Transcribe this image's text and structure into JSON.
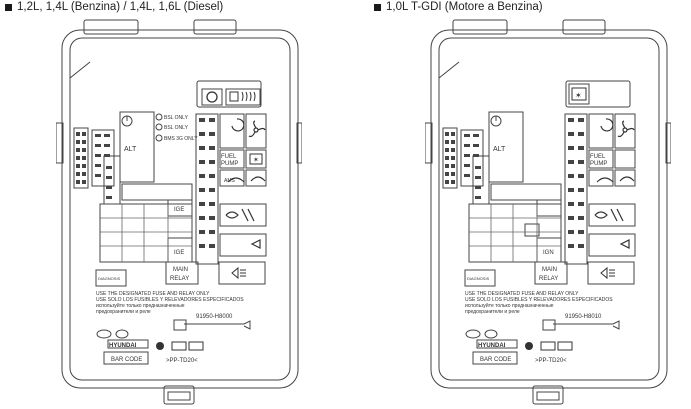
{
  "headers": [
    {
      "label": "1,2L, 1,4L (Benzina) / 1,4L, 1,6L (Diesel)"
    },
    {
      "label": "1,0L T-GDI (Motore a Benzina)"
    }
  ],
  "panel_left": {
    "alt": "ALT",
    "notes": [
      "BSL ONLY",
      "BSL ONLY",
      "BMS 3G ONLY"
    ],
    "fuel_pump": [
      "FUEL",
      "PUMP"
    ],
    "ign1": "IGE",
    "ign2": "IGE",
    "amo": "AMS",
    "main_relay": [
      "MAIN",
      "RELAY"
    ],
    "diagnosis": "DIAGNOSIS",
    "warning": [
      "USE THE DESIGNATED FUSE AND RELAY ONLY",
      "USE SOLO LOS FUSIBLES Y RELEVADORES ESPECIFICADOS",
      "используйте только предназначенные",
      "предохранители и реле"
    ],
    "part_no": "91950-H8000",
    "brand": "HYUNDAI",
    "bar_code": "BAR CODE",
    "material": ">PP-TD20<"
  },
  "panel_right": {
    "alt": "ALT",
    "fuel_pump": [
      "FUEL",
      "PUMP"
    ],
    "ign": "IGN",
    "main_relay": [
      "MAIN",
      "RELAY"
    ],
    "diagnosis": "DIAGNOSIS",
    "warning": [
      "USE THE DESIGNATED FUSE AND RELAY ONLY",
      "USE SOLO LOS FUSIBLES Y RELEVADORES ESPECIFICADOS",
      "используйте только предназначенные",
      "предохранители и реле"
    ],
    "part_no": "91950-H8010",
    "brand": "HYUNDAI",
    "bar_code": "BAR CODE",
    "material": ">PP-TD20<"
  }
}
